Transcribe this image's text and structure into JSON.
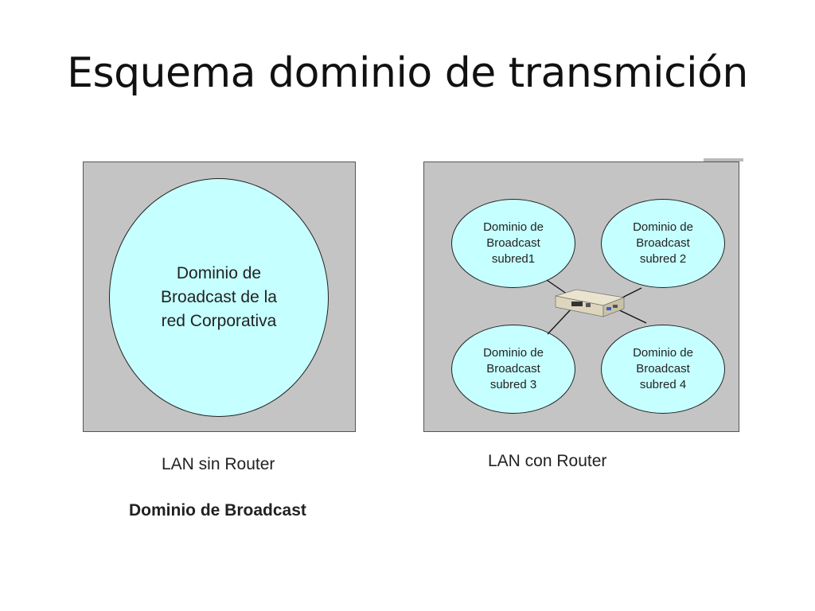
{
  "slide": {
    "title": "Esquema dominio de transmición"
  },
  "left_diagram": {
    "domain_label": "Dominio de\nBroadcast de la\nred Corporativa",
    "caption": "LAN sin Router",
    "subcaption": "Dominio de Broadcast"
  },
  "right_diagram": {
    "domains": [
      "Dominio de\nBroadcast\nsubred1",
      "Dominio de\nBroadcast\nsubred 2",
      "Dominio de\nBroadcast\nsubred 3",
      "Dominio de\nBroadcast\nsubred 4"
    ],
    "caption": "LAN con Router"
  },
  "colors": {
    "panel_background": "#c4c4c4",
    "domain_fill": "#c6ffff"
  },
  "icons": {
    "router": "router-icon"
  }
}
